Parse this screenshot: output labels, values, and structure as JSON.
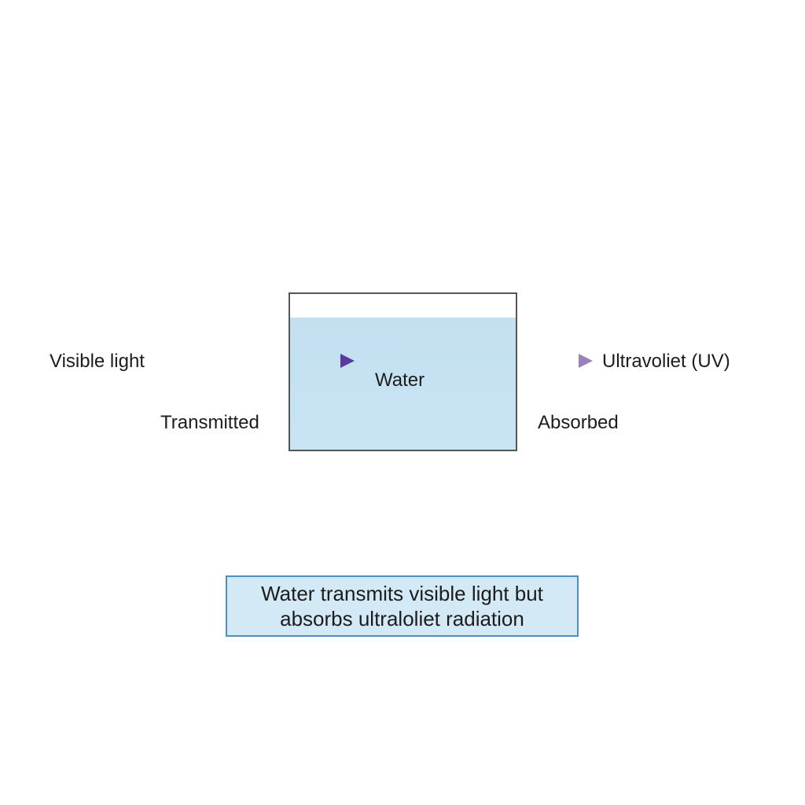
{
  "labels": {
    "visible_light": "Visible light",
    "ultraviolet": "Ultravoliet (UV)",
    "water": "Water",
    "transmitted": "Transmitted",
    "absorbed": "Absorbed"
  },
  "caption": {
    "line1": "Water transmits visible light but",
    "line2": "absorbs ultraloliet radiation"
  },
  "colors": {
    "water_fill": "#c5e2f2",
    "container_border": "#555555",
    "visible_gradient": [
      "#f08a3a",
      "#f2c43c",
      "#88c24e",
      "#3aa6b8",
      "#4a4fb0",
      "#5a3aa0"
    ],
    "uv_arrow": "#a58cc2",
    "caption_border": "#4a8fc4",
    "caption_fill": "#d3e9f6"
  },
  "icons": {
    "visible_arrow": "arrow-right-icon",
    "uv_arrow": "arrow-right-icon"
  }
}
